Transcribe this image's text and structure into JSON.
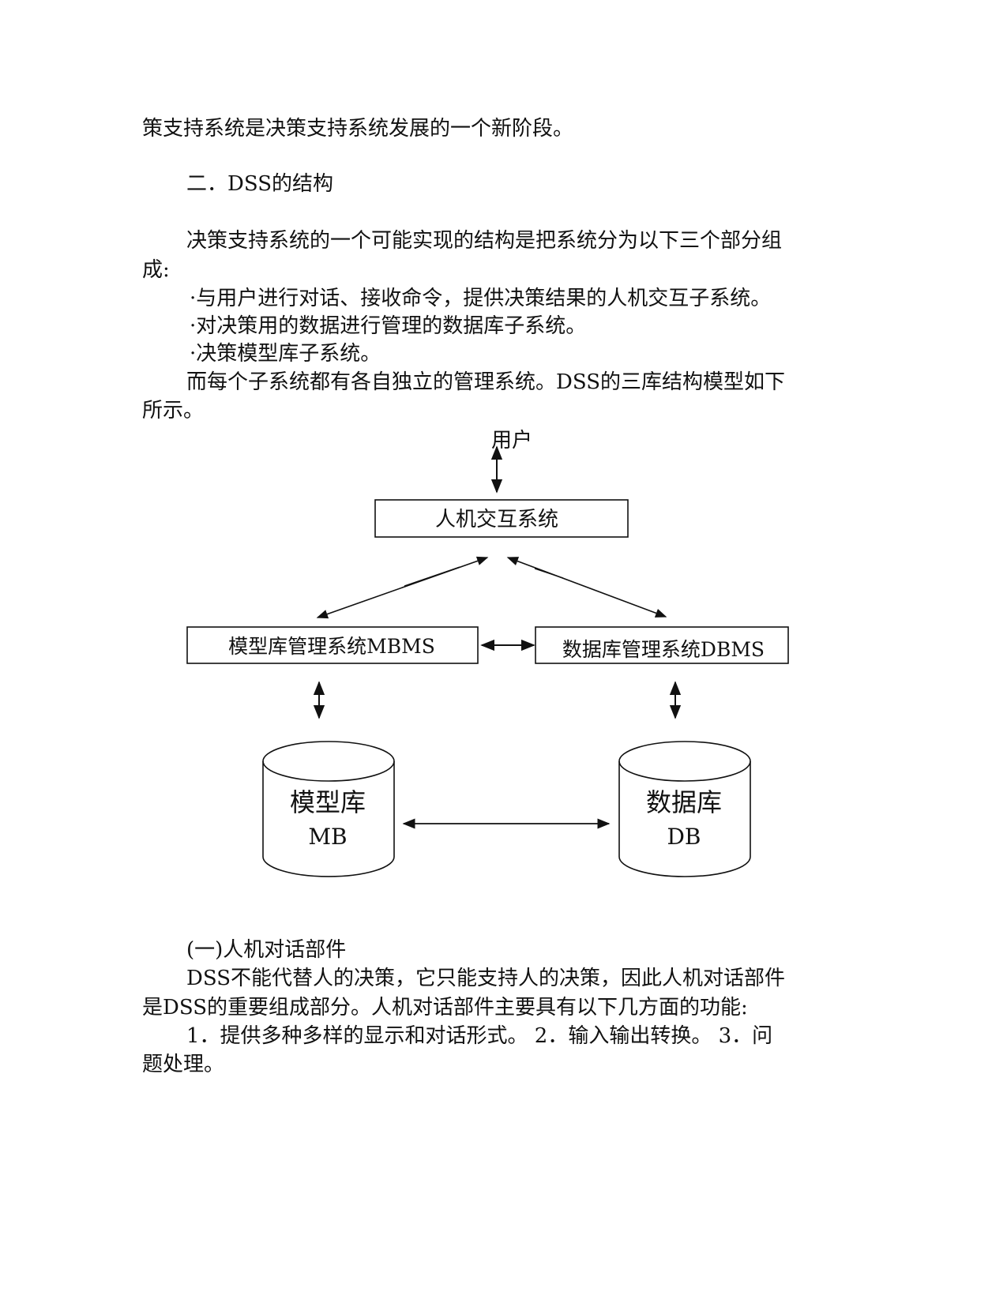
{
  "top_line": "策支持系统是决策支持系统发展的一个新阶段。",
  "section_heading": "二．DSS的结构",
  "intro": {
    "line1": "决策支持系统的一个可能实现的结构是把系统分为以下三个部分组",
    "line2": "成:"
  },
  "bullets": [
    "·与用户进行对话、接收命令，提供决策结果的人机交互子系统。",
    "·对决策用的数据进行管理的数据库子系统。",
    "·决策模型库子系统。"
  ],
  "after_bullets": {
    "line1": "而每个子系统都有各自独立的管理系统。DSS的三库结构模型如下",
    "line2": "所示。"
  },
  "diagram": {
    "user": "用户",
    "hci": "人机交互系统",
    "mbms": "模型库管理系统MBMS",
    "dbms": "数据库管理系统DBMS",
    "mb_name": "模型库",
    "mb_code": "MB",
    "db_name": "数据库",
    "db_code": "DB"
  },
  "subsection": {
    "heading": "(一)人机对话部件",
    "p1_line1": "DSS不能代替人的决策，它只能支持人的决策，因此人机对话部件",
    "p1_line2": "是DSS的重要组成部分。人机对话部件主要具有以下几方面的功能:",
    "p2_line1": "1．提供多种多样的显示和对话形式。 2．输入输出转换。 3．问",
    "p2_line2": "题处理。"
  }
}
